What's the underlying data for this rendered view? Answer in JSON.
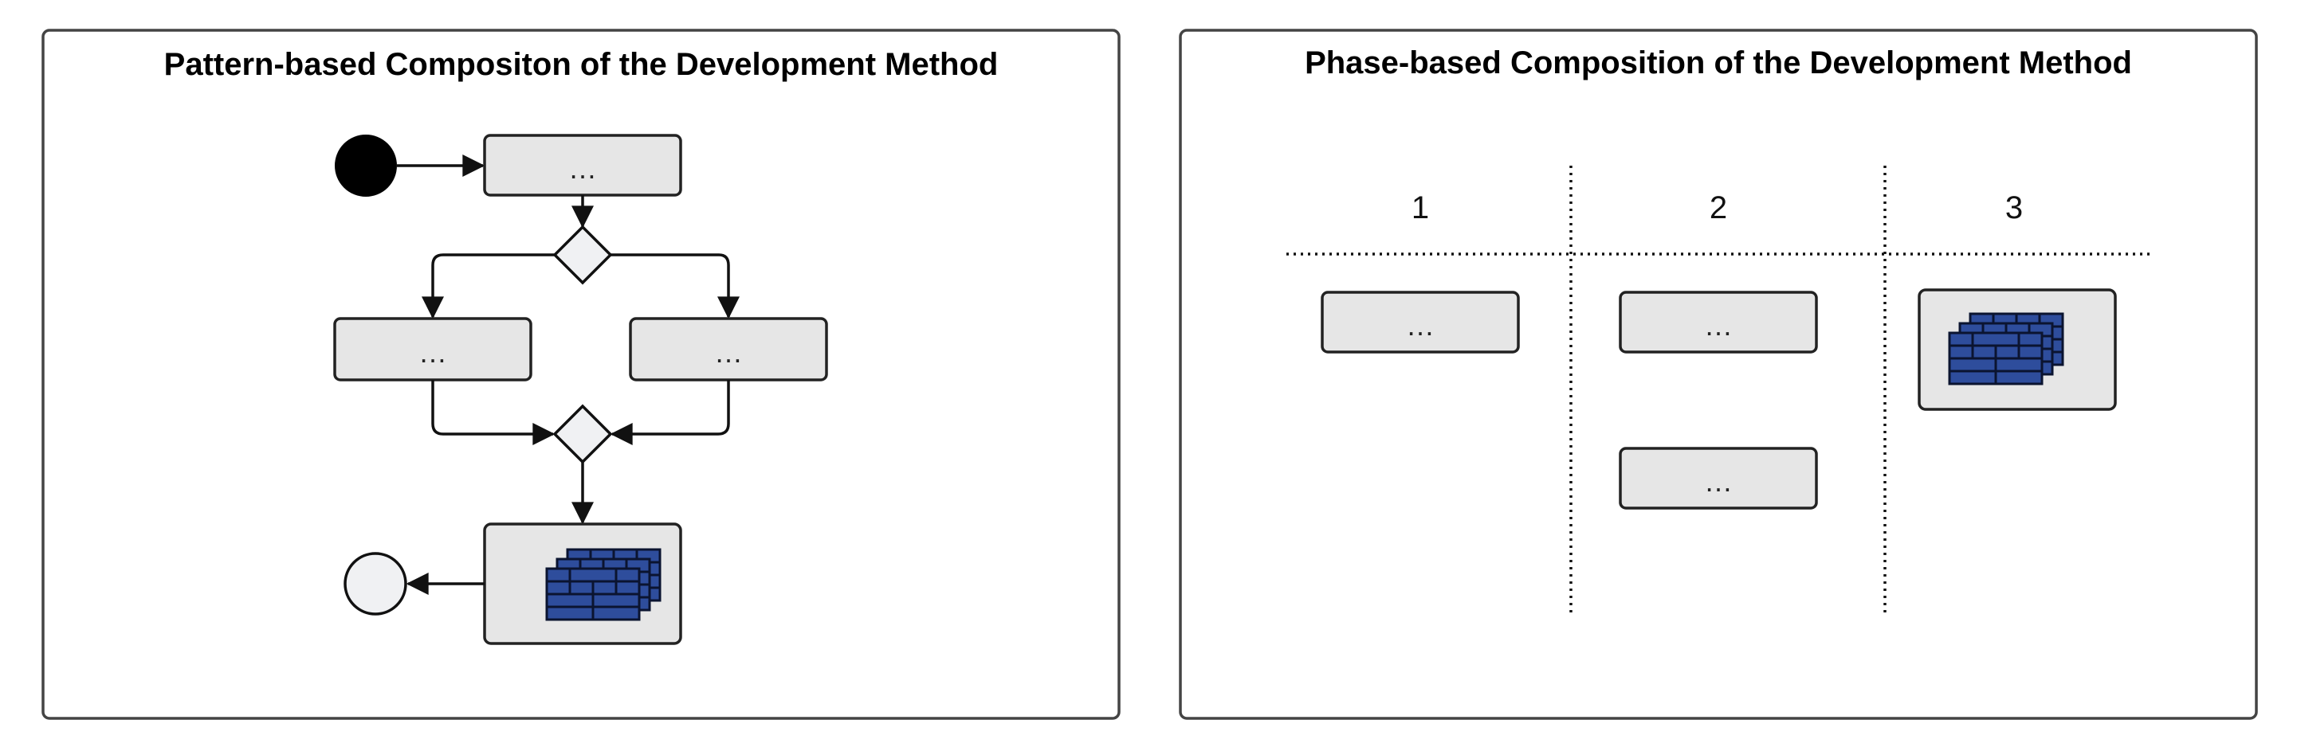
{
  "left_panel": {
    "title": "Pattern-based Compositon of the Development Method",
    "nodes": {
      "top_activity": "…",
      "left_activity": "…",
      "right_activity": "…"
    }
  },
  "right_panel": {
    "title": "Phase-based Composition of the Development Method",
    "phases": [
      "1",
      "2",
      "3"
    ],
    "activities": {
      "phase1_activity": "…",
      "phase2_activity_a": "…",
      "phase2_activity_b": "…"
    }
  },
  "colors": {
    "activity_fill": "#e6e6e6",
    "decision_fill": "#f0f1f3",
    "bricks": "#2e4d9c",
    "panel_border": "#444444"
  },
  "icons": [
    "start-node-icon",
    "end-node-icon",
    "decision-icon",
    "building-blocks-icon"
  ]
}
